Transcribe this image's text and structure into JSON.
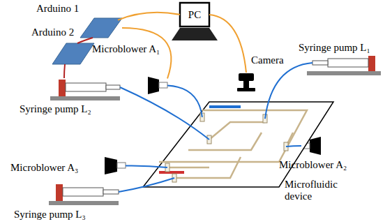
{
  "diagram": {
    "nodes": [
      {
        "text": [
          "PC"
        ]
      },
      {
        "text": [
          "Arduino 1"
        ]
      },
      {
        "text": [
          "Arduino 2"
        ]
      },
      {
        "text": [
          "Camera"
        ]
      },
      {
        "text": [
          "Microblower A₁"
        ]
      },
      {
        "text": [
          "Syringe pump L₁"
        ]
      },
      {
        "text": [
          "Syringe pump L₂"
        ]
      },
      {
        "text": [
          "Microfluidic device"
        ]
      },
      {
        "text": [
          "Microblower A₂"
        ]
      },
      {
        "text": [
          "Microblower A₃"
        ]
      },
      {
        "text": [
          "Syringe pump L₃"
        ]
      }
    ],
    "edges": [
      {
        "from": 0,
        "to": 1,
        "arrow": "none"
      },
      {
        "from": 1,
        "to": 2,
        "arrow": "none"
      },
      {
        "from": 1,
        "to": 4,
        "arrow": "none"
      },
      {
        "from": 0,
        "to": 3,
        "arrow": "none"
      },
      {
        "from": 2,
        "to": 6,
        "arrow": "none"
      },
      {
        "from": 4,
        "to": 7,
        "arrow": "none"
      },
      {
        "from": 5,
        "to": 7,
        "arrow": "none"
      },
      {
        "from": 6,
        "to": 7,
        "arrow": "none"
      },
      {
        "from": 8,
        "to": 7,
        "arrow": "none"
      },
      {
        "from": 9,
        "to": 7,
        "arrow": "none"
      },
      {
        "from": 10,
        "to": 7,
        "arrow": "none"
      }
    ]
  }
}
